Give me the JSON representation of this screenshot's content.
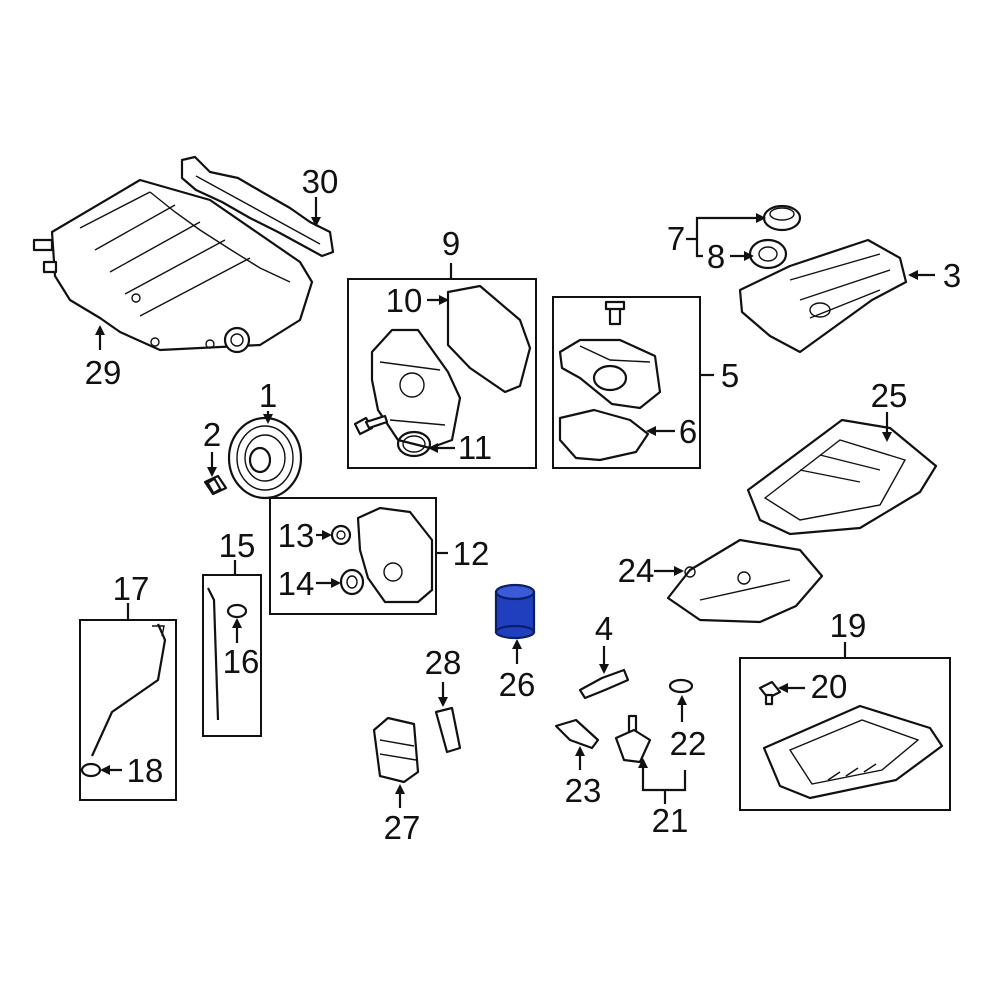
{
  "callouts": {
    "c1": "1",
    "c2": "2",
    "c3": "3",
    "c4": "4",
    "c5": "5",
    "c6": "6",
    "c7": "7",
    "c8": "8",
    "c9": "9",
    "c10": "10",
    "c11": "11",
    "c12": "12",
    "c13": "13",
    "c14": "14",
    "c15": "15",
    "c16": "16",
    "c17": "17",
    "c18": "18",
    "c19": "19",
    "c20": "20",
    "c21": "21",
    "c22": "22",
    "c23": "23",
    "c24": "24",
    "c25": "25",
    "c26": "26",
    "c27": "27",
    "c28": "28",
    "c29": "29",
    "c30": "30"
  },
  "colors": {
    "linework": "#111111",
    "background": "#ffffff",
    "highlight": "#1f3fbf",
    "highlight_dark": "#0b1f66"
  },
  "highlighted_part": "26"
}
